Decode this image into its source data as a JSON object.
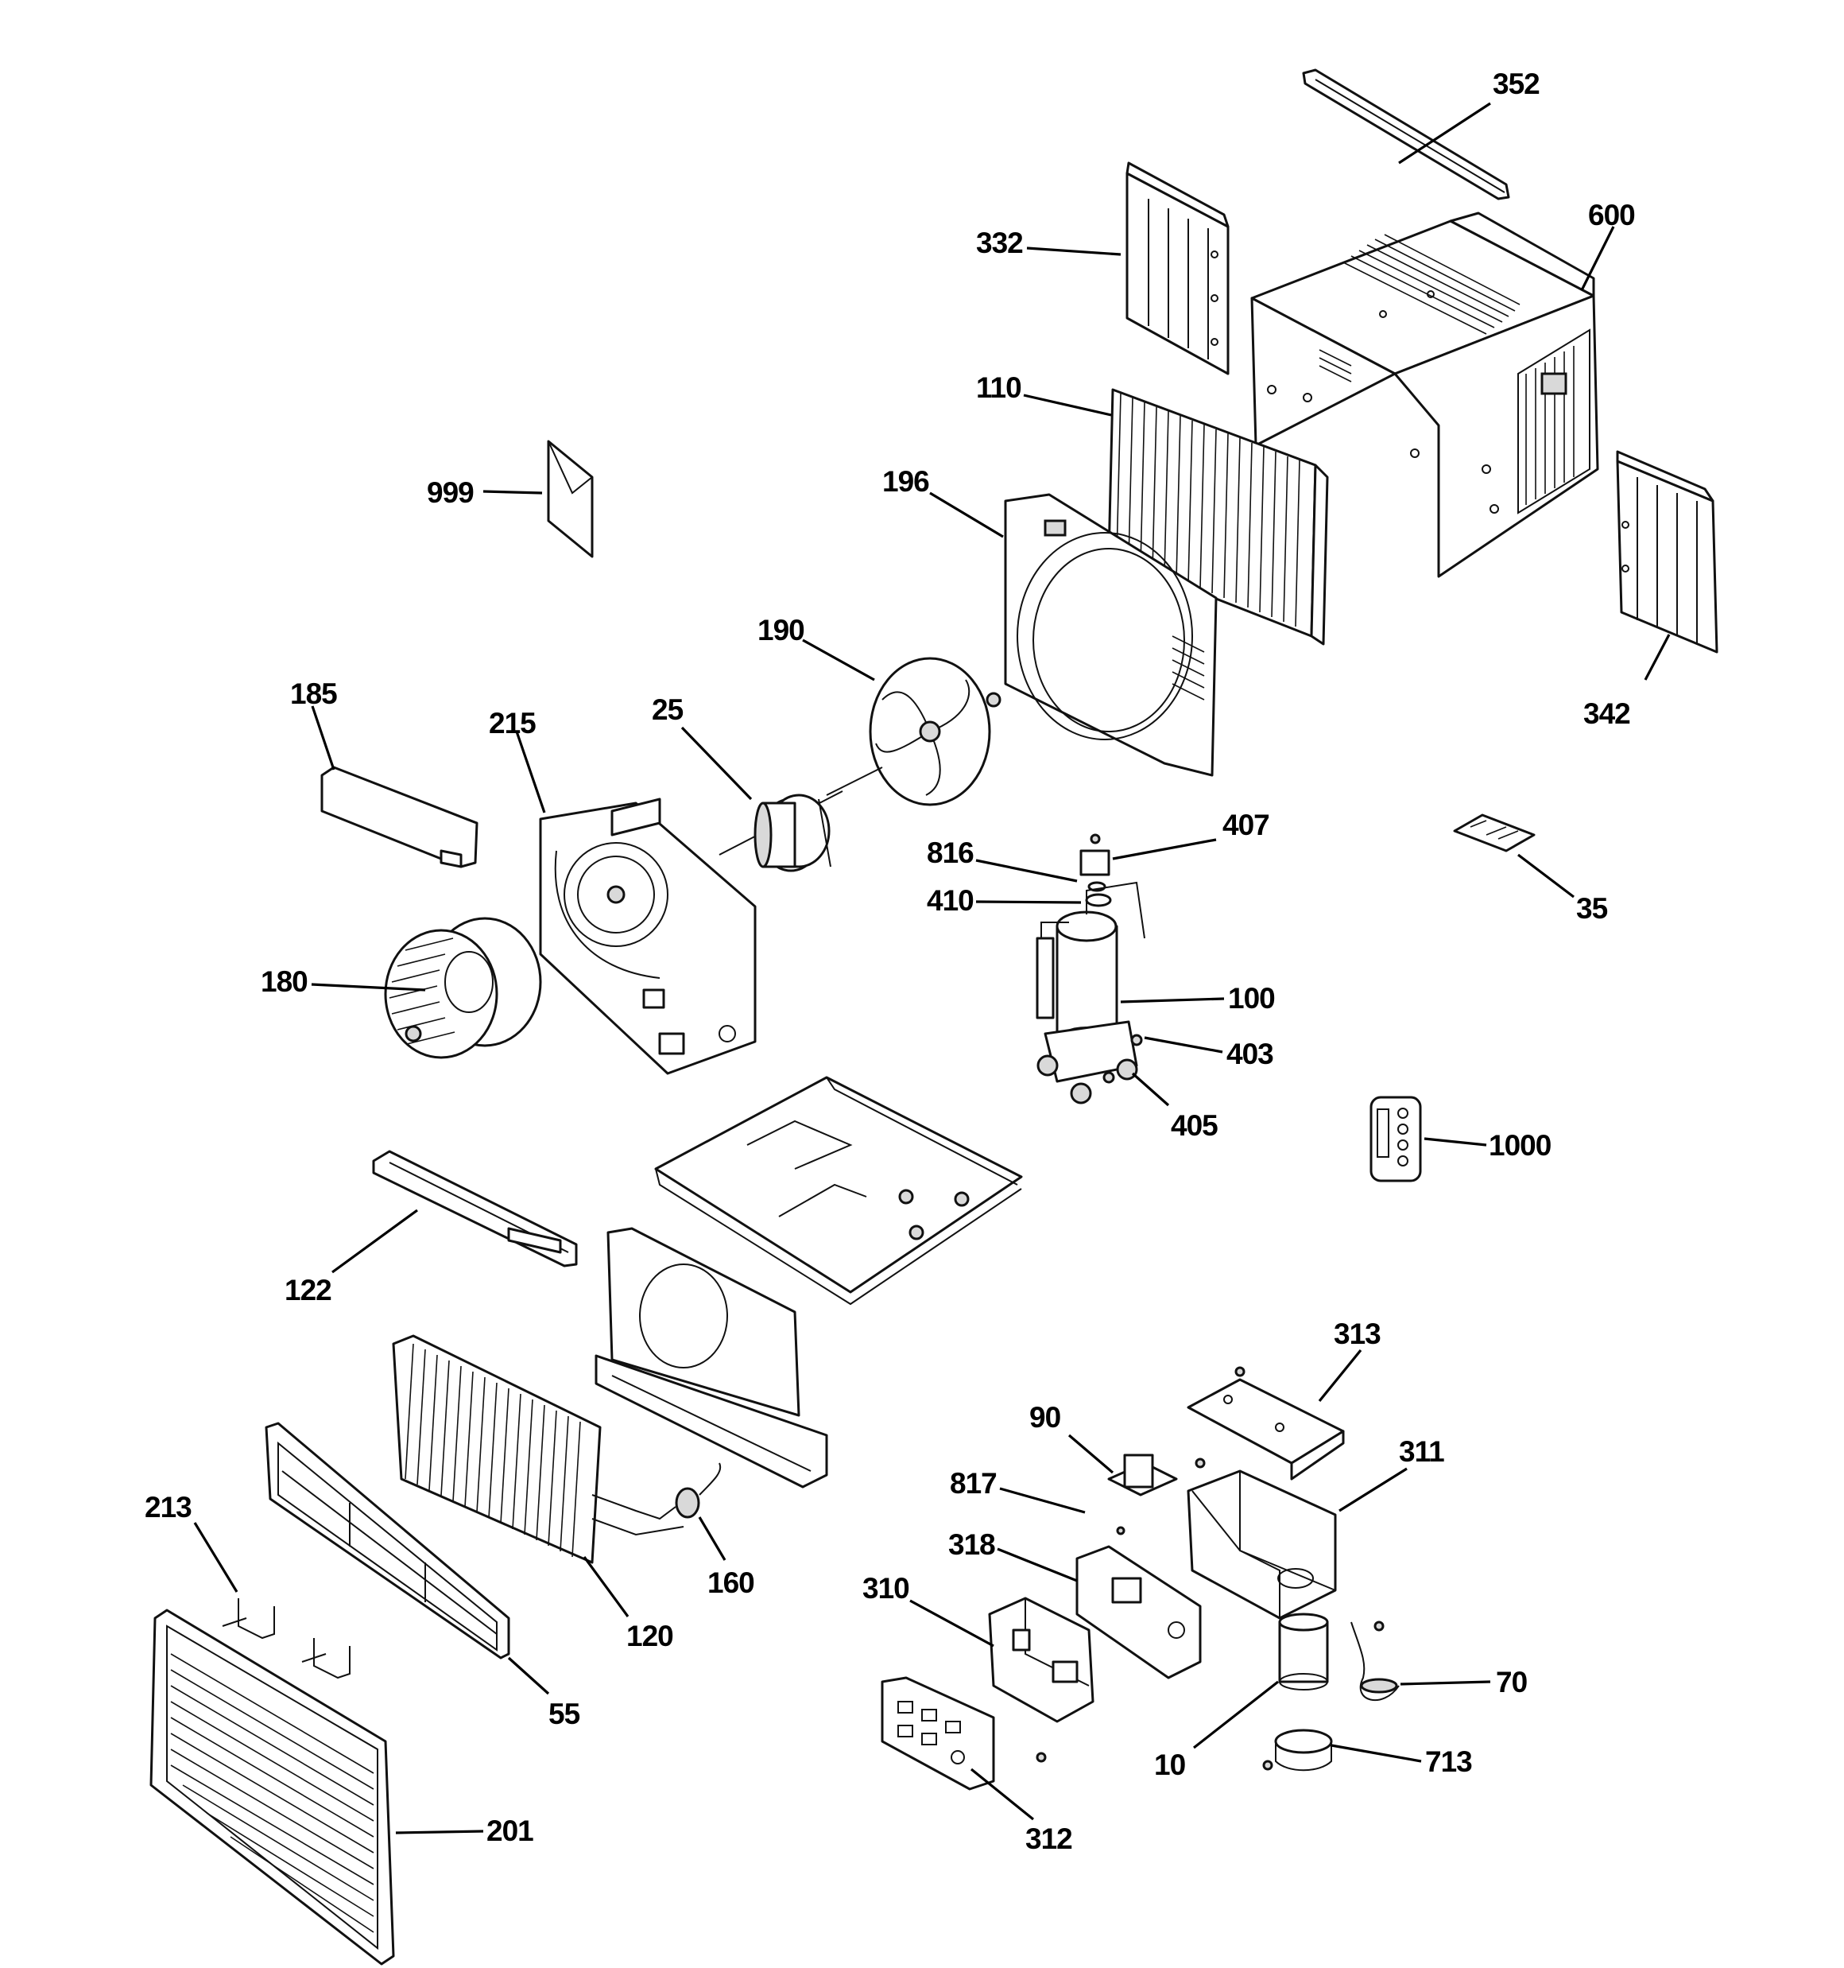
{
  "callouts": {
    "c352": "352",
    "c600": "600",
    "c332": "332",
    "c110": "110",
    "c999": "999",
    "c196": "196",
    "c190": "190",
    "c185": "185",
    "c215": "215",
    "c25": "25",
    "c342": "342",
    "c407": "407",
    "c816": "816",
    "c410": "410",
    "c35": "35",
    "c180": "180",
    "c100": "100",
    "c403": "403",
    "c405": "405",
    "c1000": "1000",
    "c122": "122",
    "c313": "313",
    "c90": "90",
    "c311": "311",
    "c817": "817",
    "c318": "318",
    "c213": "213",
    "c160": "160",
    "c310": "310",
    "c120": "120",
    "c70": "70",
    "c55": "55",
    "c10": "10",
    "c713": "713",
    "c201": "201",
    "c312": "312"
  }
}
